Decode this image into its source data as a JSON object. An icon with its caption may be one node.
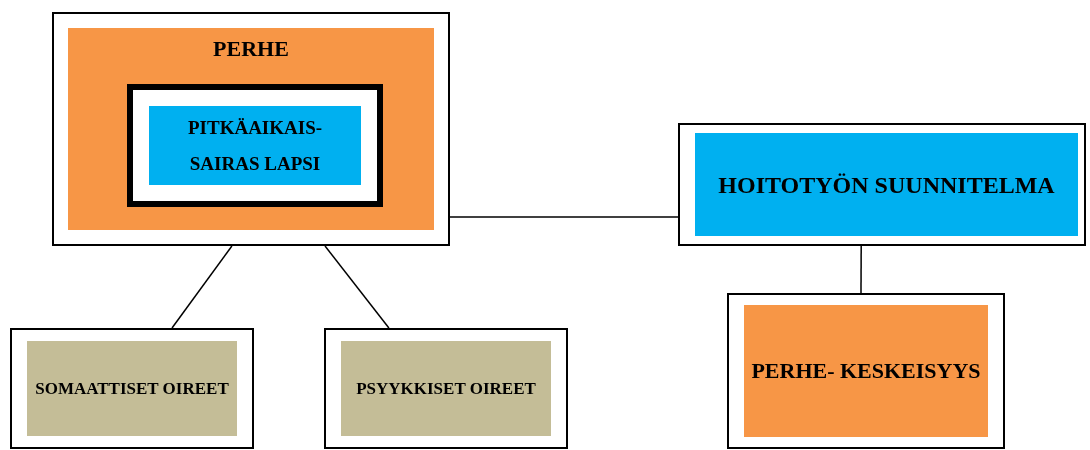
{
  "diagram": {
    "nodes": [
      {
        "text": [
          "PERHE"
        ]
      },
      {
        "text": [
          "PITKÄAIKAIS- SAIRAS LAPSI"
        ],
        "in": 0
      },
      {
        "text": [
          "HOITOTYÖN SUUNNITELMA"
        ]
      },
      {
        "text": [
          "SOMAATTISET OIREET"
        ]
      },
      {
        "text": [
          "PSYYKKISET OIREET"
        ]
      },
      {
        "text": [
          "PERHE- KESKEISYYS"
        ]
      }
    ],
    "edges": [
      {
        "from": 0,
        "to": 2,
        "arrow": "none"
      },
      {
        "from": 0,
        "to": 3,
        "arrow": "none"
      },
      {
        "from": 0,
        "to": 4,
        "arrow": "none"
      },
      {
        "from": 2,
        "to": 5,
        "arrow": "none"
      }
    ]
  }
}
